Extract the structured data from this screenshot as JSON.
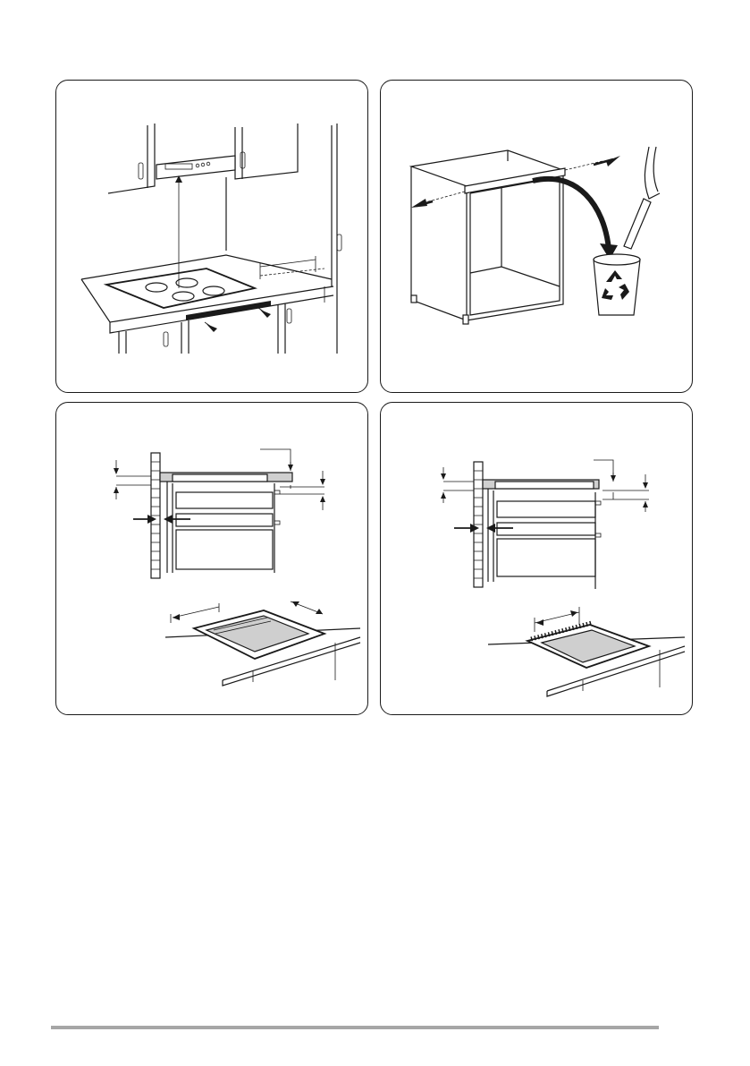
{
  "document": {
    "panels": [
      {
        "id": "panel-1",
        "subject": "cooker-hood-clearance"
      },
      {
        "id": "panel-2",
        "subject": "cabinet-crossbar-removal"
      },
      {
        "id": "panel-3",
        "subject": "hob-over-oven-installation-a"
      },
      {
        "id": "panel-4",
        "subject": "hob-over-oven-installation-b"
      }
    ],
    "icons": [
      "recycle-bin-icon"
    ],
    "colors": {
      "line": "#1a1a1a",
      "worktop_grey": "#cfcfcf",
      "footer_rule": "#a6a6a6"
    }
  }
}
